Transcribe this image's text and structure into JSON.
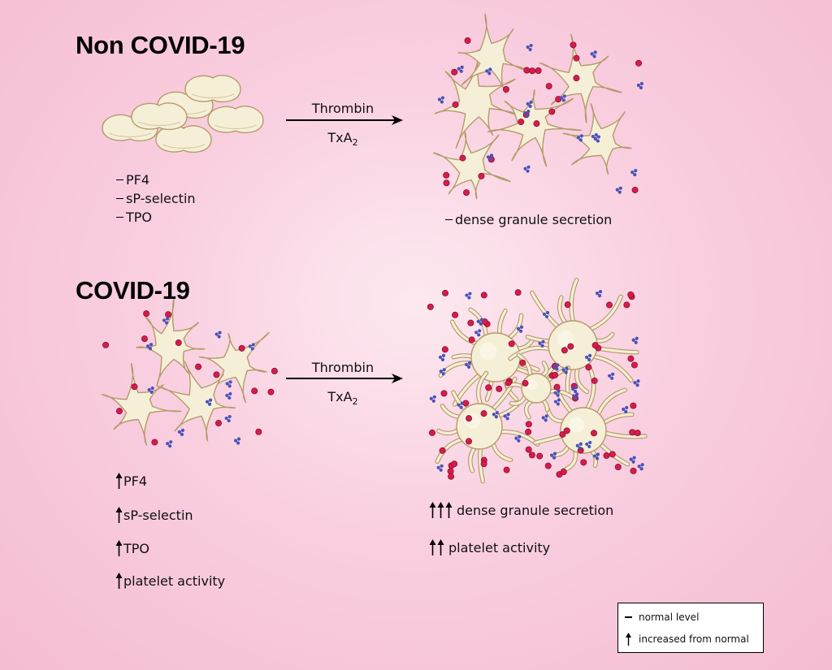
{
  "panels": {
    "non_covid": {
      "title": "Non COVID-19",
      "arrow_top": "Thrombin",
      "arrow_bottom_main": "TxA",
      "arrow_bottom_sub": "2",
      "markers": [
        "PF4",
        "sP-selectin",
        "TPO"
      ],
      "result": "dense granule secretion"
    },
    "covid": {
      "title": "COVID-19",
      "arrow_top": "Thrombin",
      "arrow_bottom_main": "TxA",
      "arrow_bottom_sub": "2",
      "markers": [
        "PF4",
        "sP-selectin",
        "TPO",
        "platelet activity"
      ],
      "results": [
        {
          "label": "dense granule secretion",
          "arrows": 3
        },
        {
          "label": "platelet activity",
          "arrows": 2
        }
      ]
    }
  },
  "legend": {
    "normal": "normal level",
    "increased": "increased from normal"
  },
  "colors": {
    "platelet_fill": "#f5efd8",
    "platelet_stroke": "#b59a6a",
    "granule_red": "#d81b4c",
    "granule_blue": "#4a52b8"
  }
}
